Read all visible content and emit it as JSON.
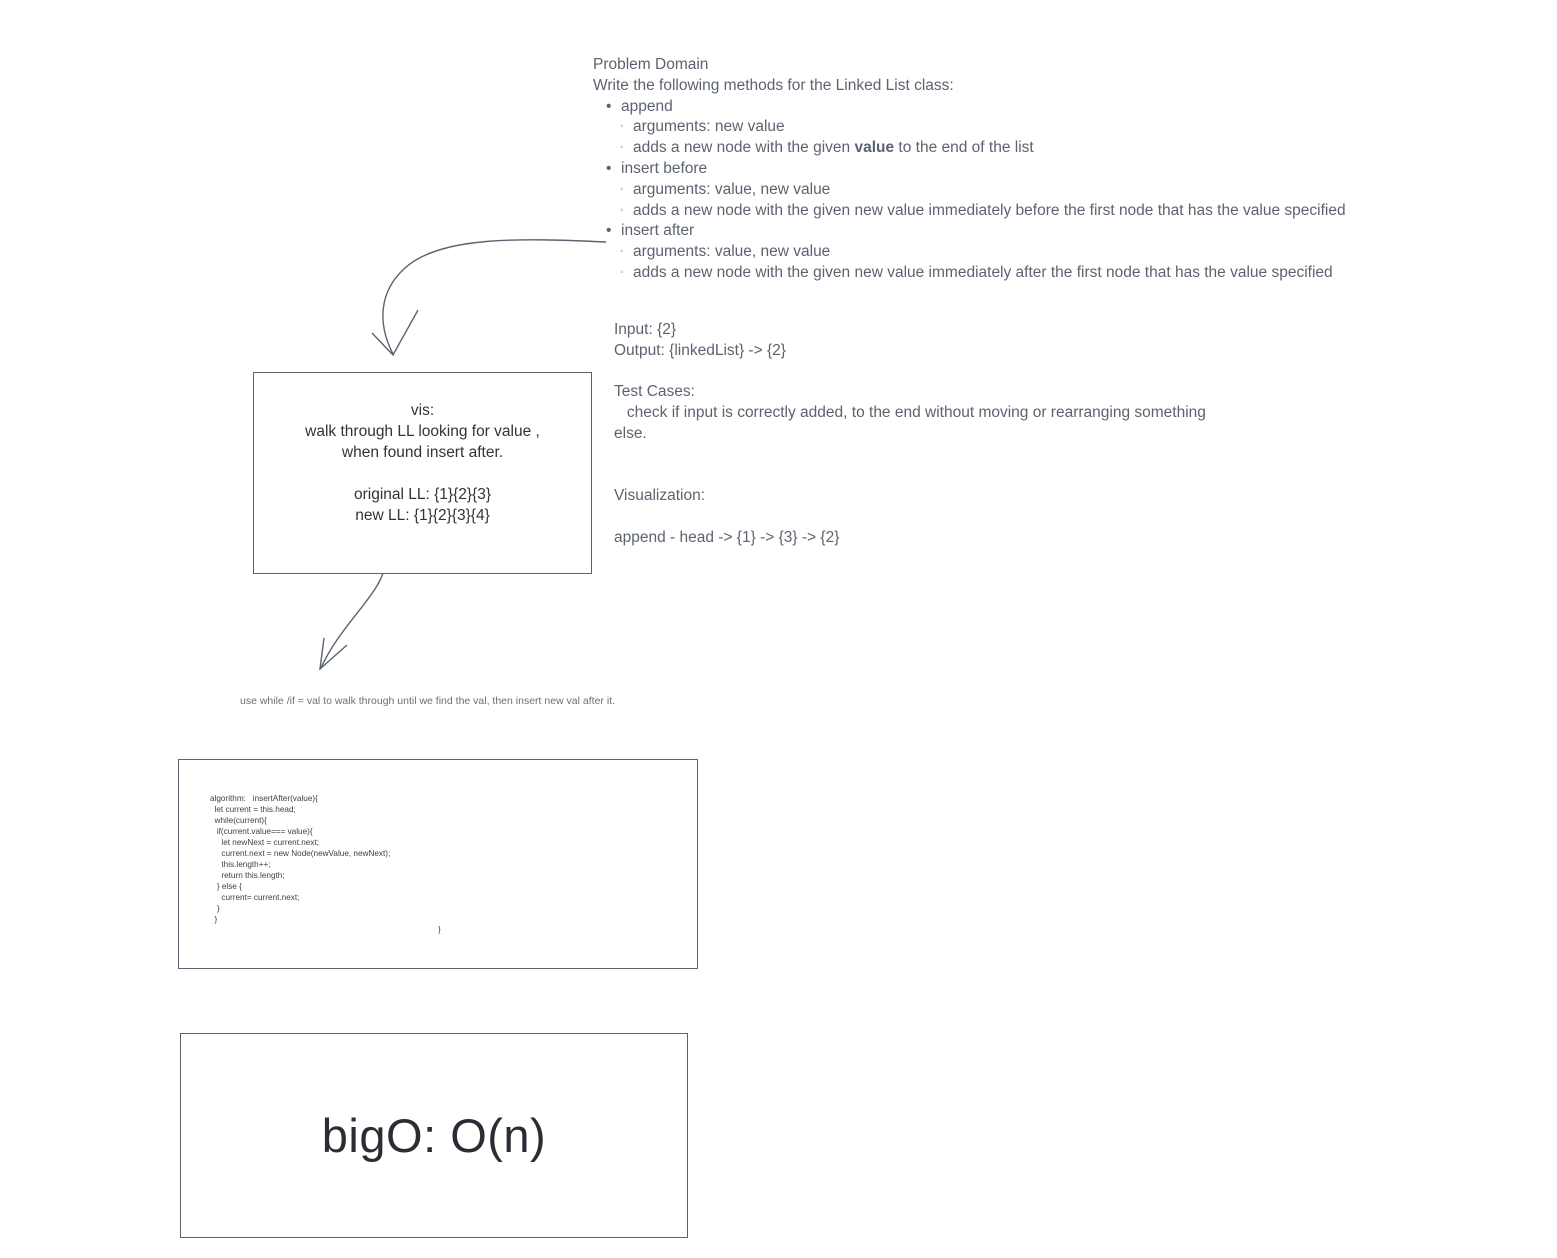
{
  "problem_domain": {
    "title": "Problem Domain",
    "intro": "Write the following methods for the Linked List class:",
    "methods": [
      {
        "name": "append",
        "details": [
          {
            "text": "arguments: new value"
          },
          {
            "text_before": "adds a new node with the given ",
            "bold": "value",
            "text_after": " to the end of the list"
          }
        ]
      },
      {
        "name": "insert before",
        "details": [
          {
            "text": "arguments: value, new value"
          },
          {
            "text": "adds a new node with the given new value immediately before the first node that has the value specified"
          }
        ]
      },
      {
        "name": "insert after",
        "details": [
          {
            "text": "arguments: value, new value"
          },
          {
            "text": "adds a new node with the given new value immediately after the first node that has the value specified"
          }
        ]
      }
    ]
  },
  "io": {
    "input": "Input: {2}",
    "output": "Output: {linkedList} -> {2}"
  },
  "test_cases": {
    "title": "Test Cases:",
    "line1": "   check if input is correctly added, to the end without moving or rearranging something",
    "line2": "else."
  },
  "visualization": {
    "title": "Visualization:",
    "line": "append - head -> {1} -> {3} -> {2}"
  },
  "vis_box": {
    "line1": "vis:",
    "line2": "walk through LL looking for value ,",
    "line3": "when found insert after.",
    "line4": "original LL: {1}{2}{3}",
    "line5": "new LL: {1}{2}{3}{4}"
  },
  "note": "use while /if = val to walk through until we find the val, then insert new val  after it.",
  "algorithm": {
    "code": "algorithm:   insertAfter(value){\n  let current = this.head;\n  while(current){\n   if(current.value=== value){\n     let newNext = current.next;\n     current.next = new Node(newValue, newNext);\n     this.length++;\n     return this.length;\n   } else {\n     current= current.next;\n   }\n  }",
    "closing_brace": "}"
  },
  "big_o": "bigO: O(n)"
}
